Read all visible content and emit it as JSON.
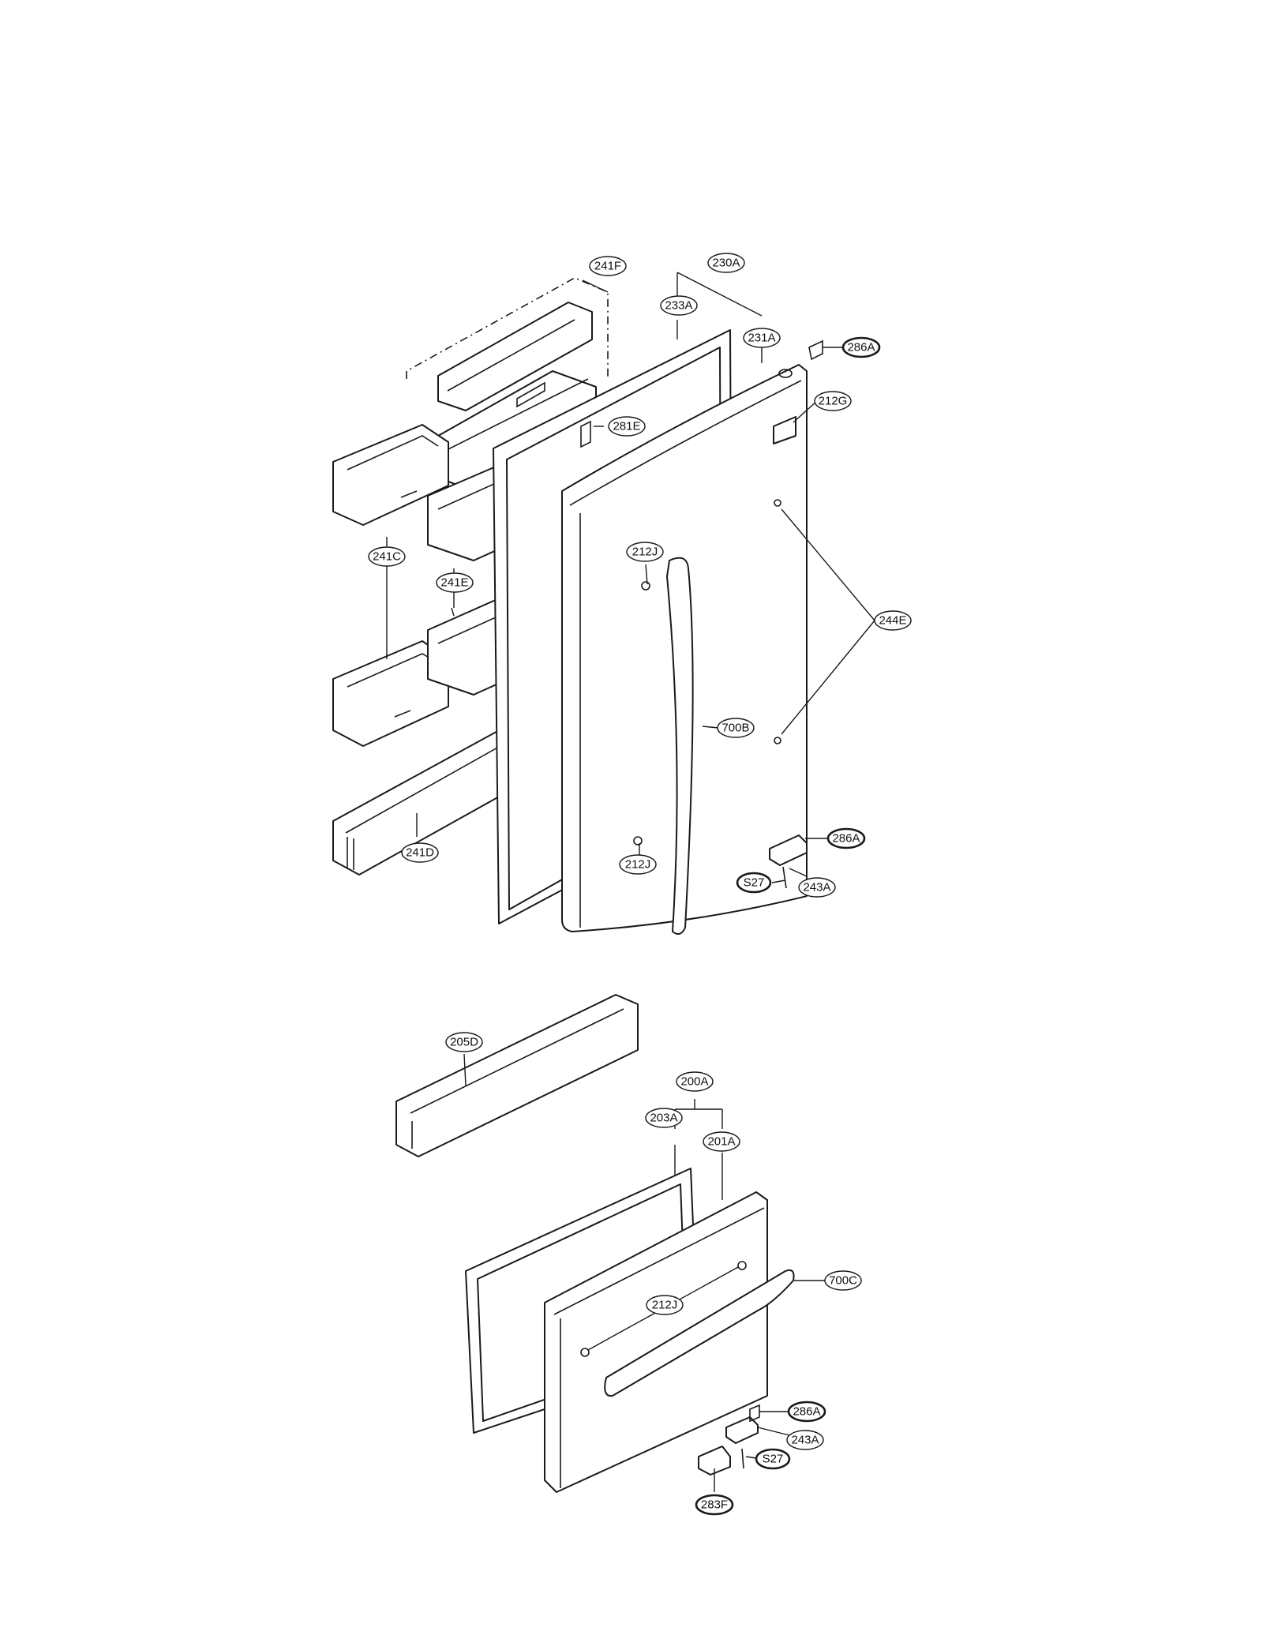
{
  "callouts": {
    "c241F": "241F",
    "c230A": "230A",
    "c233A": "233A",
    "c231A": "231A",
    "c286A_top": "286A",
    "c212G": "212G",
    "c281E": "281E",
    "c212J_upper": "212J",
    "c241C": "241C",
    "c241E": "241E",
    "c244E": "244E",
    "c700B": "700B",
    "c241D": "241D",
    "c212J_lower": "212J",
    "c286A_mid": "286A",
    "cS27_mid": "S27",
    "c243A_mid": "243A",
    "c205D": "205D",
    "c200A": "200A",
    "c203A": "203A",
    "c201A": "201A",
    "c700C": "700C",
    "c212J_drawer": "212J",
    "c286A_bot": "286A",
    "c243A_bot": "243A",
    "cS27_bot": "S27",
    "c283F": "283F"
  }
}
